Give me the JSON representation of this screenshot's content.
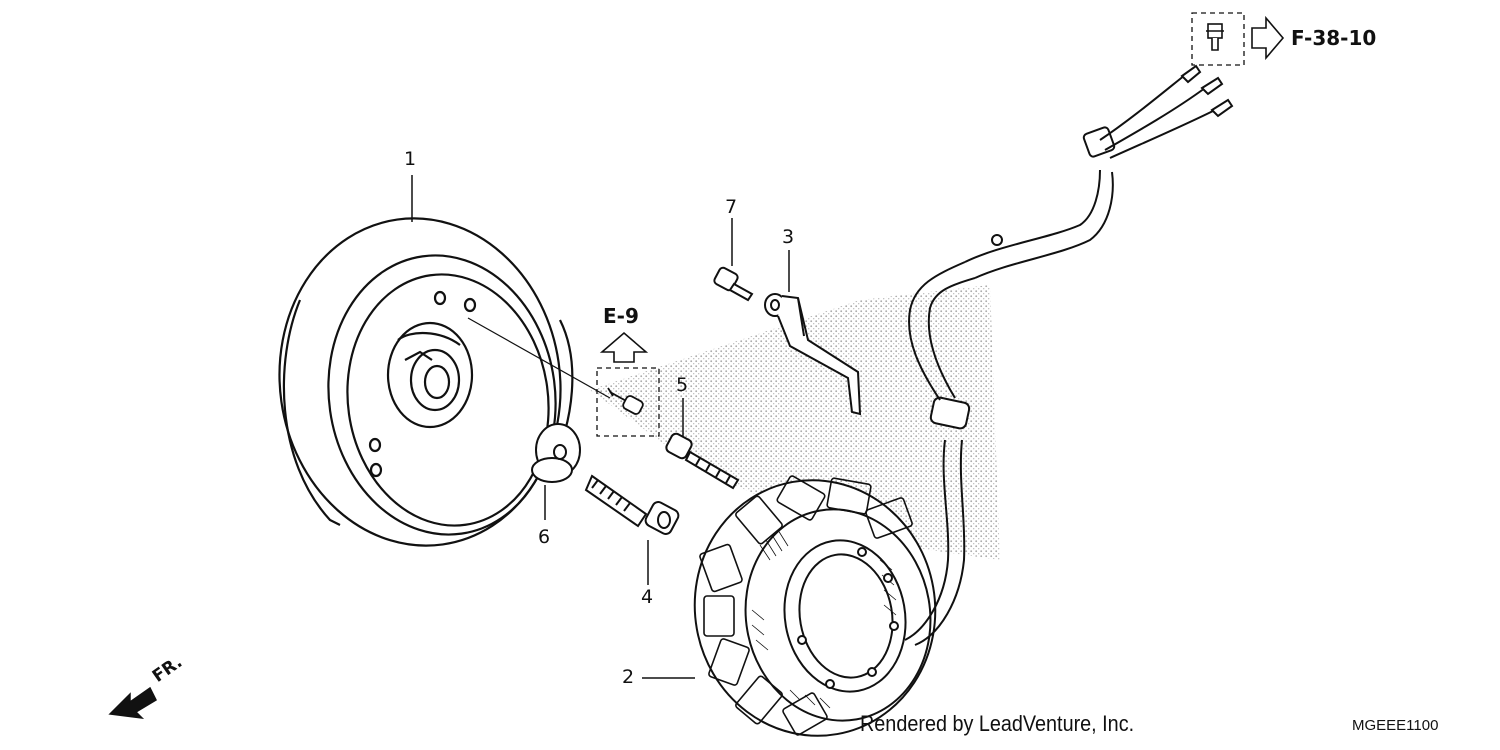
{
  "callouts": {
    "c1": "1",
    "c2": "2",
    "c3": "3",
    "c4": "4",
    "c5": "5",
    "c6": "6",
    "c7": "7"
  },
  "references": {
    "e9": "E-9",
    "f3810": "F-38-10",
    "front": "FR."
  },
  "footer": {
    "credit": "Rendered by LeadVenture, Inc.",
    "diagram_code": "MGEEE1100"
  },
  "colors": {
    "line": "#111111",
    "shading": "#b8b8b8"
  }
}
